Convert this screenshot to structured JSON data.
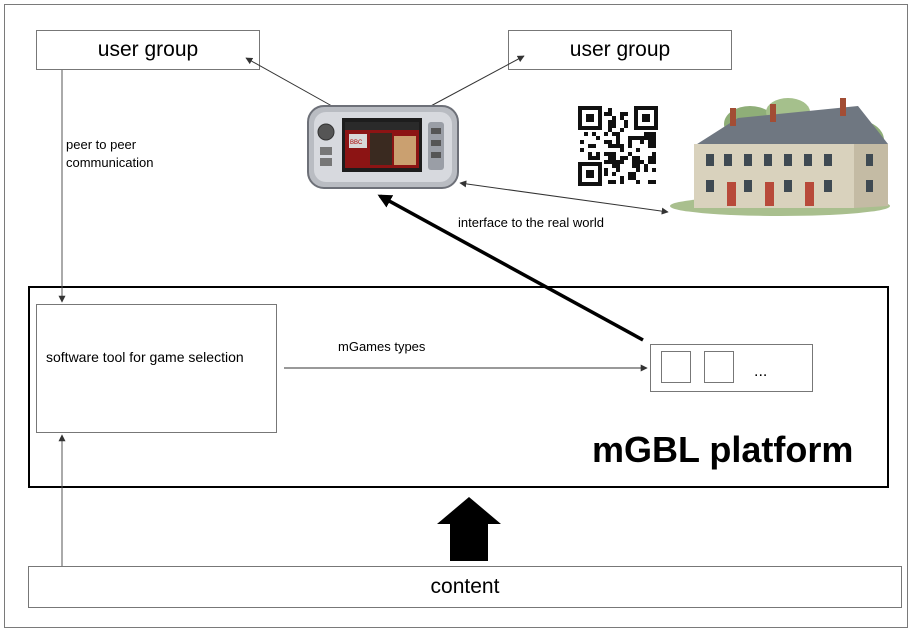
{
  "user_group_left": "user group",
  "user_group_right": "user group",
  "peer_label": "peer to peer\ncommunication",
  "interface_label": "interface to the real world",
  "software_tool": "software tool for game selection",
  "mgames_label": "mGames types",
  "types_ellipsis": "...",
  "platform_label": "mGBL platform",
  "content_label": "content",
  "icons": [
    "mobile-phone-icon",
    "qr-code-icon",
    "house-icon"
  ]
}
